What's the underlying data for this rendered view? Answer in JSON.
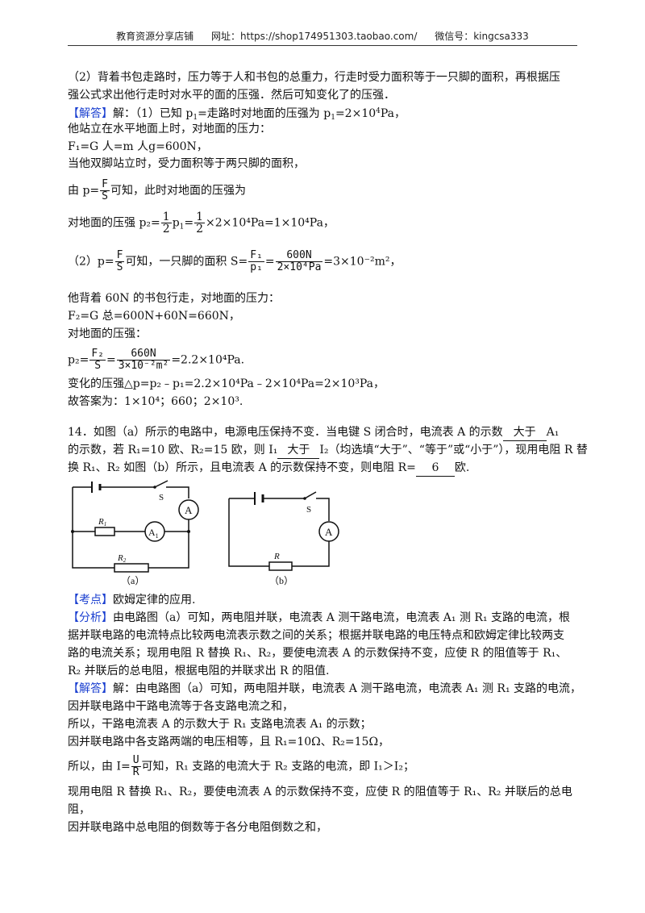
{
  "header": {
    "shop": "教育资源分享店铺",
    "url": "网址：https://shop174951303.taobao.com/",
    "wechat": "微信号：kingcsa333"
  },
  "q13": {
    "analysis2_l1": "（2）背着书包走路时，压力等于人和书包的总重力，行走时受力面积等于一只脚的面积，再根据压",
    "analysis2_l2": "强公式求出他行走时对水平的面的压强．然后可知变化了的压强．",
    "answer_tag": "【解答】",
    "a1_prefix": "解：（1）已知 p",
    "a1_mid": "=走路时对地面的压强为 p",
    "a1_val": "=2×10",
    "a1_unit": "Pa，",
    "a2": "他站立在水平地面上时，对地面的压力：",
    "a3": "F₁=G 人=m 人g=600N，",
    "a4": "当他双脚站立时，受力面积等于两只脚的面积，",
    "a5_prefix": "由 p=",
    "a5_suffix": "可知，此时对地面的压强为",
    "a6_prefix": "对地面的压强 p₂=",
    "a6_suffix": "×2×10⁴Pa=1×10⁴Pa，",
    "a7_prefix": "（2）p=",
    "a7_mid": "可知，一只脚的面积 S=",
    "a7_suffix": "=3×10⁻²m²，",
    "a8": "他背着 60N 的书包行走，对地面的压力：",
    "a9": "F₂=G 总=600N+60N=660N，",
    "a10": "对地面的压强：",
    "a11_prefix": "p₂=",
    "a11_suffix": "=2.2×10⁴Pa.",
    "a12": "变化的压强△p=p₂﹣p₁=2.2×10⁴Pa﹣2×10⁴Pa=2×10³Pa，",
    "a13": "故答案为：1×10⁴；660；2×10³."
  },
  "q14": {
    "stem_l1_a": "14．如图（a）所示的电路中，电源电压保持不变．当电键 S 闭合时，电流表 A 的示数",
    "blank1": "大于",
    "stem_l1_b": "A₁",
    "stem_l2_a": "的示数，若 R₁=10 欧、R₂=15 欧，则 I₁",
    "blank2": "大于",
    "stem_l2_b": "I₂（均选填“大于”、“等于”或“小于”），现用电阻 R 替",
    "stem_l3_a": "换 R₁、R₂ 如图（b）所示，且电流表 A 的示数保持不变，则电阻 R=",
    "blank3": "6",
    "stem_l3_b": "欧.",
    "fig_a_label": "（a）",
    "fig_b_label": "（b）",
    "lbl_S": "S",
    "lbl_A": "A",
    "lbl_A1": "A",
    "lbl_R1": "R",
    "lbl_R2": "R",
    "lbl_R": "R",
    "kaodian_tag": "【考点】",
    "kaodian": "欧姆定律的应用.",
    "fenxi_tag": "【分析】",
    "fenxi_l1": "由电路图（a）可知，两电阻并联，电流表 A 测干路电流，电流表 A₁ 测 R₁ 支路的电流，根",
    "fenxi_l2": "据并联电路的电流特点比较两电流表示数之间的关系；根据并联电路的电压特点和欧姆定律比较两支",
    "fenxi_l3": "路的电流关系；现用电阻 R 替换 R₁、R₂，要使电流表 A 的示数保持不变，应使 R 的阻值等于 R₁、",
    "fenxi_l4": "R₂ 并联后的总电阻，根据电阻的并联求出 R 的阻值.",
    "jieda_tag": "【解答】",
    "jieda_l1": "解：由电路图（a）可知，两电阻并联，电流表 A 测干路电流，电流表 A₁ 测 R₁ 支路的电流，",
    "jieda_l2": "因并联电路中干路电流等于各支路电流之和，",
    "jieda_l3": "所以，干路电流表 A 的示数大于 R₁ 支路电流表 A₁ 的示数；",
    "jieda_l4": "因并联电路中各支路两端的电压相等，且 R₁=10Ω、R₂=15Ω，",
    "jieda_l5_prefix": "所以，由 I=",
    "jieda_l5_suffix": "可知，R₁ 支路的电流大于 R₂ 支路的电流，即 I₁＞I₂；",
    "jieda_l6": "现用电阻 R 替换 R₁、R₂，要使电流表 A 的示数保持不变，应使 R 的阻值等于 R₁、R₂ 并联后的总电",
    "jieda_l7": "阻，",
    "jieda_l8": "因并联电路中总电阻的倒数等于各分电阻倒数之和，"
  },
  "math": {
    "F": "F",
    "S": "S",
    "one": "1",
    "two": "2",
    "F1": "F₁",
    "p1": "p₁",
    "N600": "600N",
    "den600": "2×10⁴Pa",
    "F2": "F₂",
    "N660": "660N",
    "den660": "3×10⁻²m²",
    "U": "U",
    "R": "R"
  }
}
